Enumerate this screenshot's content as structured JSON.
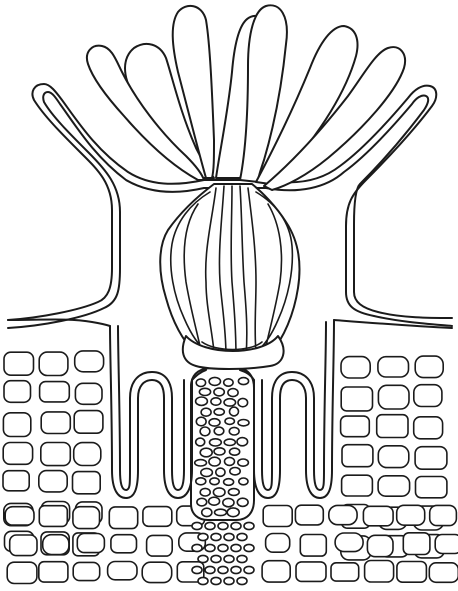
{
  "diagram": {
    "components": [
      "finger-projection-outer-left",
      "finger-projection-1",
      "finger-projection-2",
      "finger-projection-3",
      "finger-projection-4",
      "finger-projection-5",
      "finger-projection-outer-right",
      "oval-body",
      "surface-layer",
      "tissue-cells-left",
      "tissue-cells-center",
      "tissue-cells-right",
      "invagination-1",
      "invagination-2",
      "invagination-3",
      "invagination-4"
    ],
    "labels": []
  },
  "colors": {
    "stroke": "#1b1b1b",
    "fill": "#ffffff"
  }
}
